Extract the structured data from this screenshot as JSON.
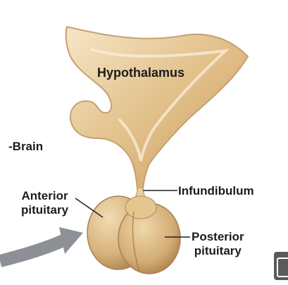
{
  "labels": {
    "hypothalamus": "Hypothalamus",
    "brain": "-Brain",
    "infundibulum": "Infundibulum",
    "anterior_line1": "Anterior",
    "anterior_line2": "pituitary",
    "posterior_line1": "Posterior",
    "posterior_line2": "pituitary"
  },
  "icons": {
    "arrow": "curved-arrow-icon",
    "corner": "fullscreen-icon"
  },
  "colors": {
    "tissue_light": "#f2dcb3",
    "tissue_mid": "#d9b27a",
    "tissue_dark": "#b98c58",
    "gland_light": "#e8cd9b",
    "gland_dark": "#b78c56",
    "arrow_gray": "#8d9196",
    "leader_lines": "#222222"
  }
}
